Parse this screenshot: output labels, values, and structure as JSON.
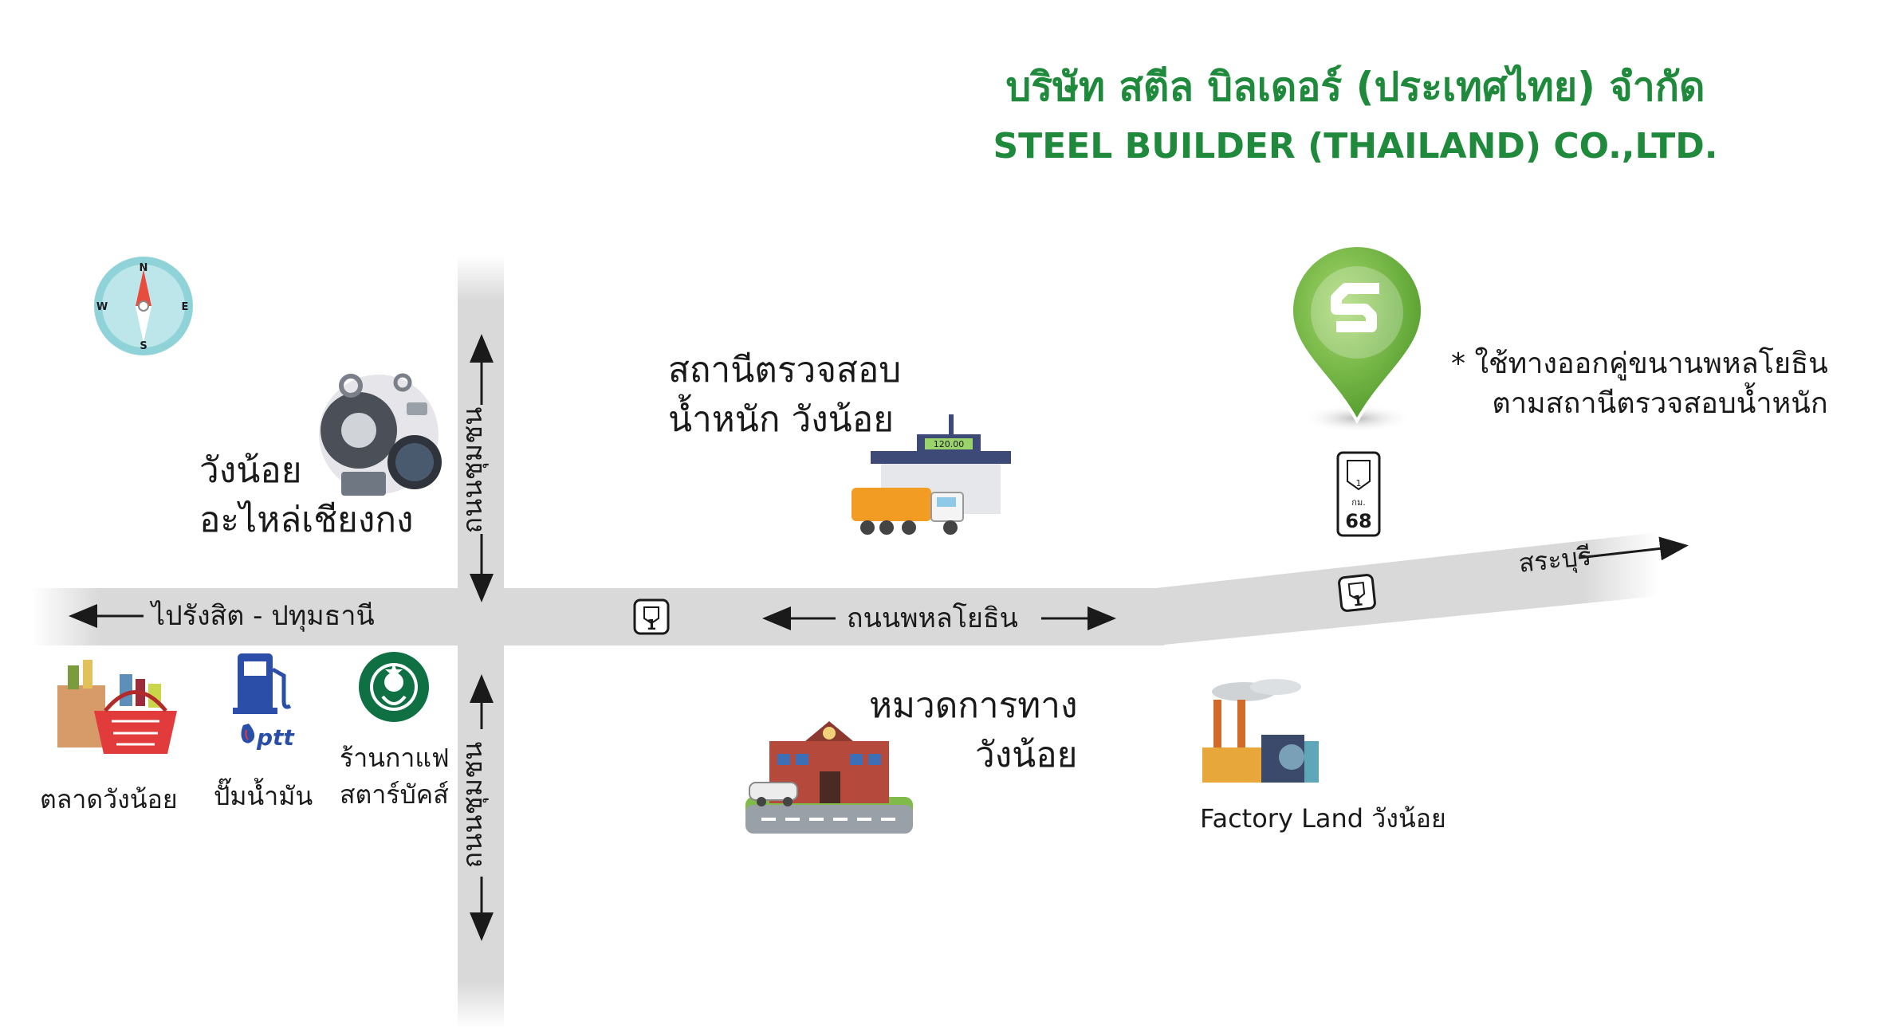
{
  "company": {
    "name_th": "บริษัท สตีล บิลเดอร์ (ประเทศไทย) จำกัด",
    "name_en": "STEEL BUILDER (THAILAND) CO.,LTD."
  },
  "compass": {
    "n": "N",
    "s": "S",
    "e": "E",
    "w": "W"
  },
  "roads": {
    "to_rangsit": "ไปรังสิต - ปทุมธานี",
    "phahonyothin": "ถนนพหลโยธิน",
    "saraburi": "สระบุรี",
    "vertical_road": "ถนนชุมชน"
  },
  "route_sign": {
    "number": "1"
  },
  "km_marker": {
    "number": "1",
    "km_label": "กม.",
    "km_value": "68"
  },
  "places": {
    "spare_parts": [
      "วังน้อย",
      "อะไหล่เชียงกง"
    ],
    "weigh_station": [
      "สถานีตรวจสอบ",
      "น้ำหนัก วังน้อย"
    ],
    "weigh_display": "120.00",
    "note": [
      "* ใช้ทางออกคู่ขนานพหลโยธิน",
      "ตามสถานีตรวจสอบน้ำหนัก"
    ],
    "market": "ตลาดวังน้อย",
    "gas_station": "ปั๊มน้ำมัน",
    "ptt_logo": "ptt",
    "starbucks": [
      "ร้านกาแฟ",
      "สตาร์บัคส์"
    ],
    "highway_dept": [
      "หมวดการทาง",
      "วังน้อย"
    ],
    "factory_land": "Factory Land วังน้อย"
  },
  "colors": {
    "brand_green": "#1f8a3c",
    "road_gray": "#d9d9d9",
    "pin_green": "#6cb33f",
    "compass_teal": "#8fd3d8"
  }
}
